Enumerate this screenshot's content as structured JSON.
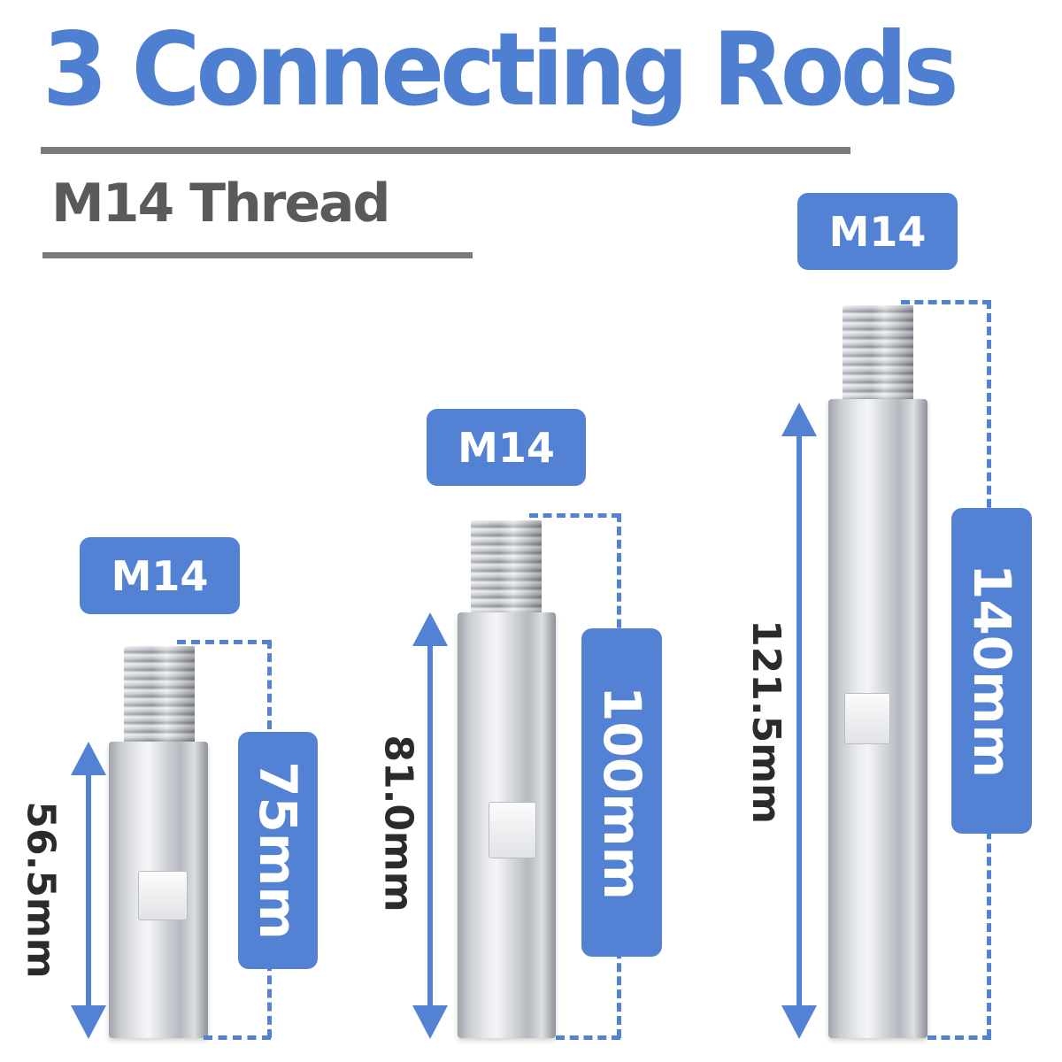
{
  "header": {
    "title": "3 Connecting Rods",
    "subtitle": "M14 Thread"
  },
  "rods": [
    {
      "thread_label": "M14",
      "total_length": "75mm",
      "body_length": "56.5mm"
    },
    {
      "thread_label": "M14",
      "total_length": "100mm",
      "body_length": "81.0mm"
    },
    {
      "thread_label": "M14",
      "total_length": "140mm",
      "body_length": "121.5mm"
    }
  ],
  "colors": {
    "accent": "#5381d3",
    "title": "#4f7fd1",
    "subtitle": "#5a5a5a",
    "rule": "#7a7a7a"
  }
}
